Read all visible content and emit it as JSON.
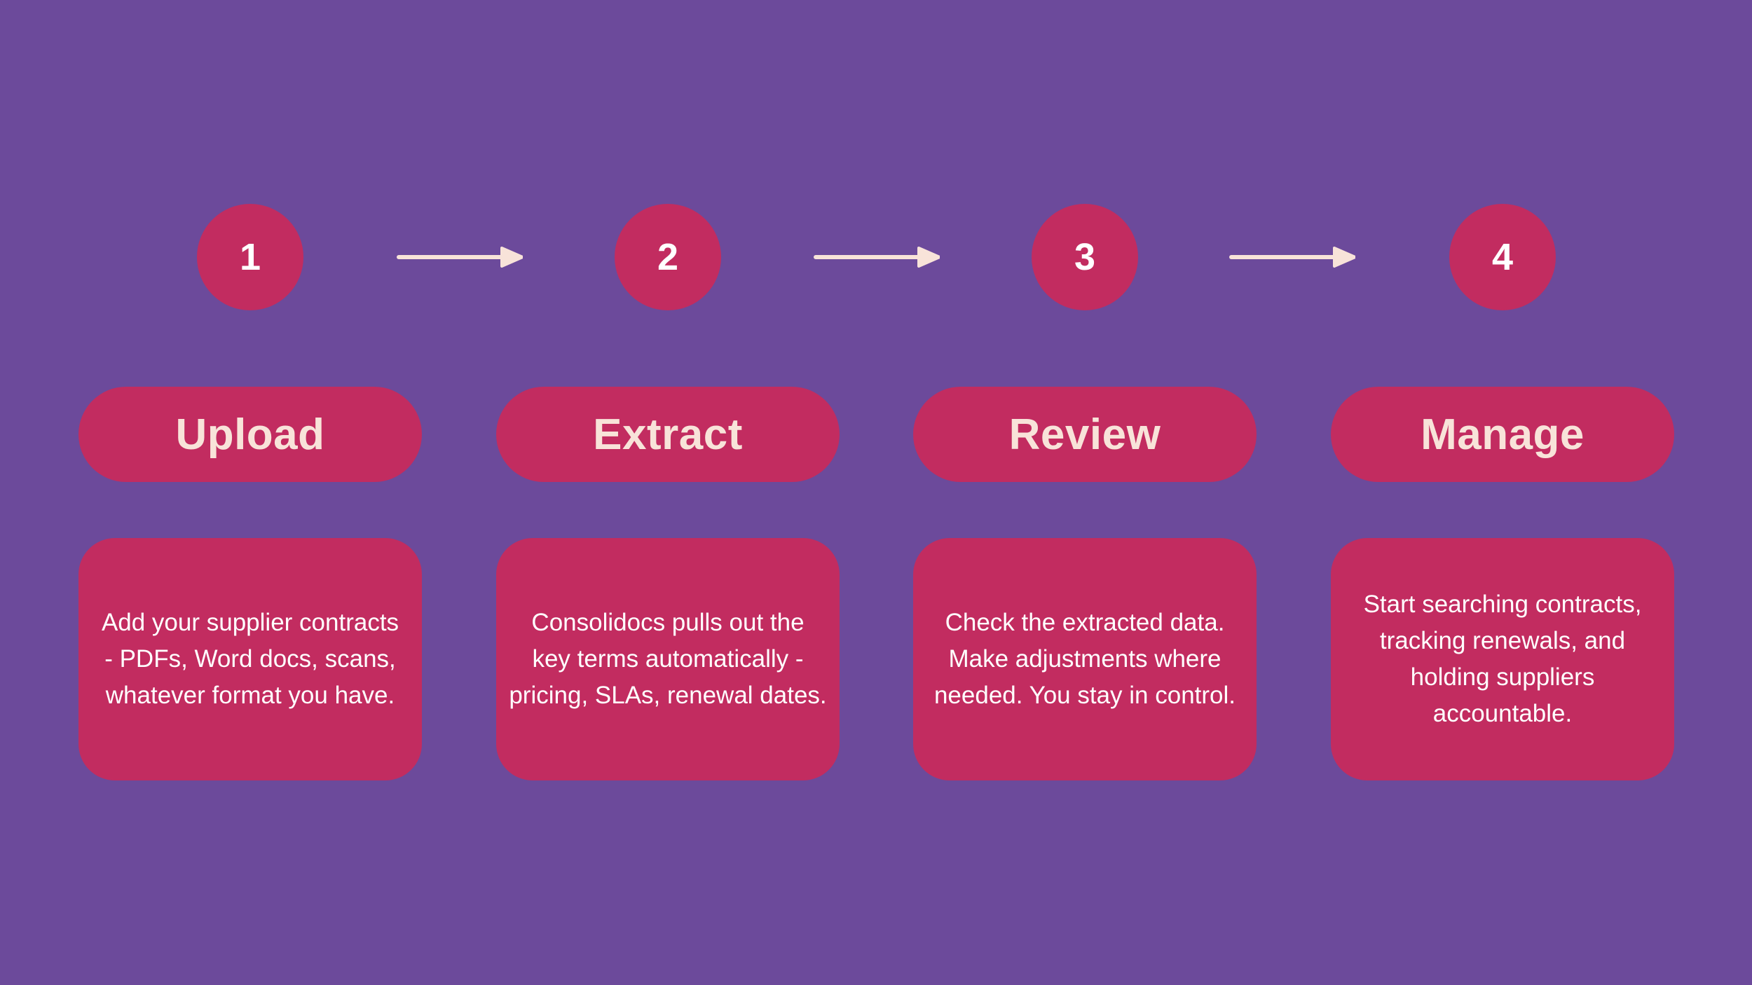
{
  "colors": {
    "background": "#6C4A9B",
    "accent": "#C22C60",
    "cream": "#F8E3D9",
    "text_white": "#FFFFFF"
  },
  "arrow_icon": "right-arrow",
  "steps": [
    {
      "number": "1",
      "title": "Upload",
      "description": "Add your supplier contracts\n- PDFs, Word docs, scans,\nwhatever format you have."
    },
    {
      "number": "2",
      "title": "Extract",
      "description": "Consolidocs pulls out the\nkey terms automatically -\npricing, SLAs, renewal dates."
    },
    {
      "number": "3",
      "title": "Review",
      "description": "Check the extracted data.\nMake adjustments where\nneeded. You stay in control."
    },
    {
      "number": "4",
      "title": "Manage",
      "description": "Start searching contracts,\ntracking renewals, and\nholding suppliers\naccountable."
    }
  ]
}
